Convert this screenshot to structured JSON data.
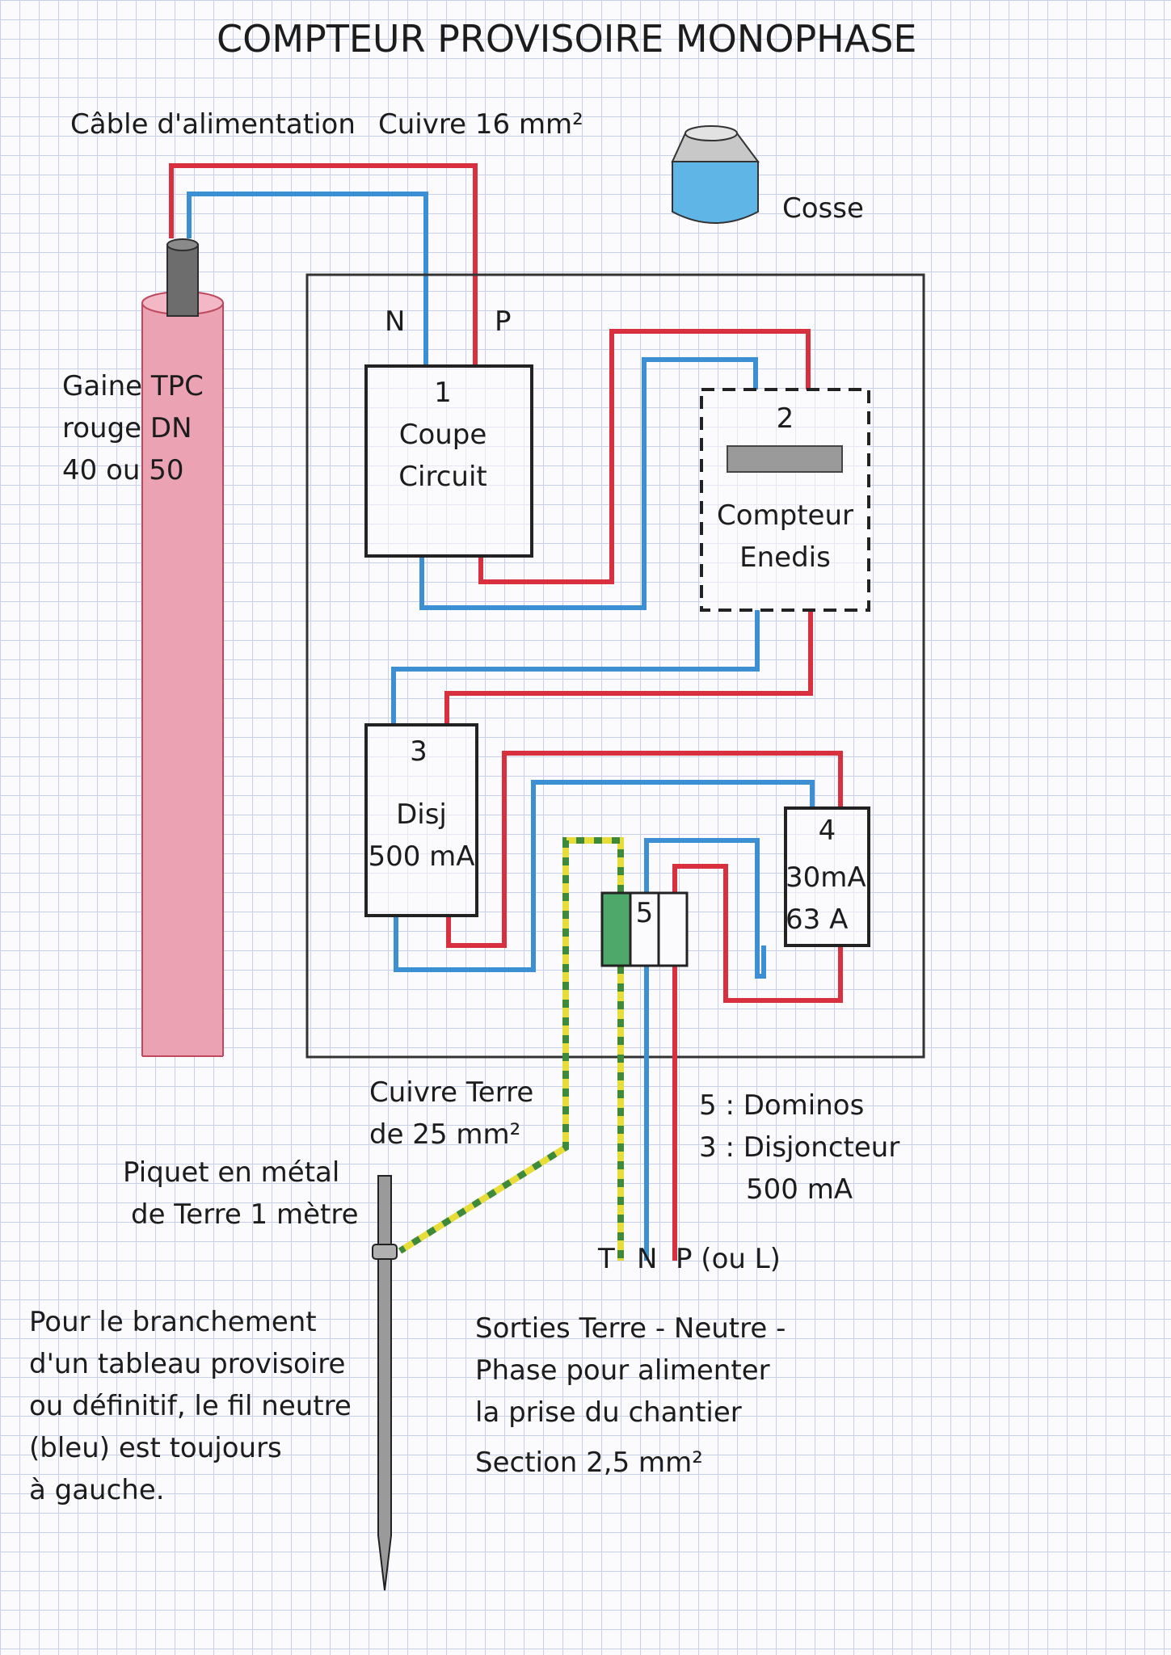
{
  "title": "COMPTEUR PROVISOIRE MONOPHASE",
  "cable": {
    "label": "Câble d'alimentation",
    "spec": "Cuivre 16 mm²"
  },
  "cosse": "Cosse",
  "gaine": [
    "Gaine TPC",
    "rouge DN",
    "40 ou 50"
  ],
  "terminals_in": {
    "neutral": "N",
    "phase": "P"
  },
  "components": {
    "coupe_circuit": {
      "number": "1",
      "lines": [
        "Coupe",
        "Circuit"
      ]
    },
    "compteur": {
      "number": "2",
      "lines": [
        "Compteur",
        "Enedis"
      ]
    },
    "disjoncteur": {
      "number": "3",
      "lines": [
        "Disj",
        "500 mA"
      ]
    },
    "differentiel": {
      "number": "4",
      "lines": [
        "30mA",
        "63 A"
      ]
    },
    "dominos": {
      "number": "5"
    }
  },
  "earth_cable": [
    "Cuivre Terre",
    "de 25 mm²"
  ],
  "legend": [
    "5 : Dominos",
    "3 : Disjoncteur",
    "500 mA"
  ],
  "piquet": [
    "Piquet en métal",
    "de Terre 1 mètre"
  ],
  "outputs": {
    "earth": "T",
    "neutral": "N",
    "phase": "P (ou L)"
  },
  "note_left": [
    "Pour le branchement",
    "d'un tableau provisoire",
    "ou définitif, le fil neutre",
    "(bleu) est toujours",
    "à gauche."
  ],
  "note_right": [
    "Sorties Terre - Neutre -",
    "Phase pour alimenter",
    "la prise du chantier",
    "Section 2,5 mm²"
  ],
  "colors": {
    "phase": "#d8303e",
    "neutral": "#3d8fd4",
    "earth_yellow": "#e8dc3a",
    "earth_green": "#3d8a3a",
    "gaine": "#eba3b4"
  }
}
